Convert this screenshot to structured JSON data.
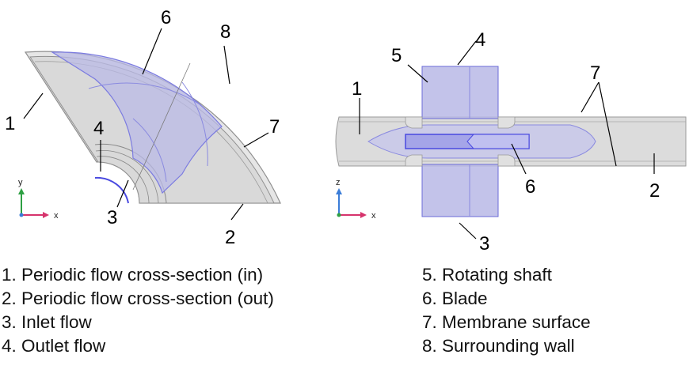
{
  "callouts": {
    "left": [
      "1",
      "2",
      "3",
      "4",
      "6",
      "7",
      "8"
    ],
    "right": [
      "1",
      "2",
      "3",
      "4",
      "5",
      "6",
      "7"
    ]
  },
  "axes": {
    "left": {
      "vertical": "y",
      "horizontal": "x"
    },
    "right": {
      "vertical": "z",
      "horizontal": "x"
    }
  },
  "legend": {
    "left": [
      "1. Periodic flow cross-section (in)",
      "2. Periodic flow cross-section (out)",
      "3. Inlet flow",
      "4. Outlet flow"
    ],
    "right": [
      "5. Rotating shaft",
      "6. Blade",
      "7. Membrane surface",
      "8. Surrounding wall"
    ]
  },
  "colors": {
    "domain_fill": "#d9d9d9",
    "domain_edge": "#8f8f8f",
    "blue_fill": "#b9b9e6",
    "blue_edge": "#5a5ad8",
    "axis_y": "#2ea043",
    "axis_x": "#d6336c",
    "axis_z": "#3b7dd8"
  }
}
